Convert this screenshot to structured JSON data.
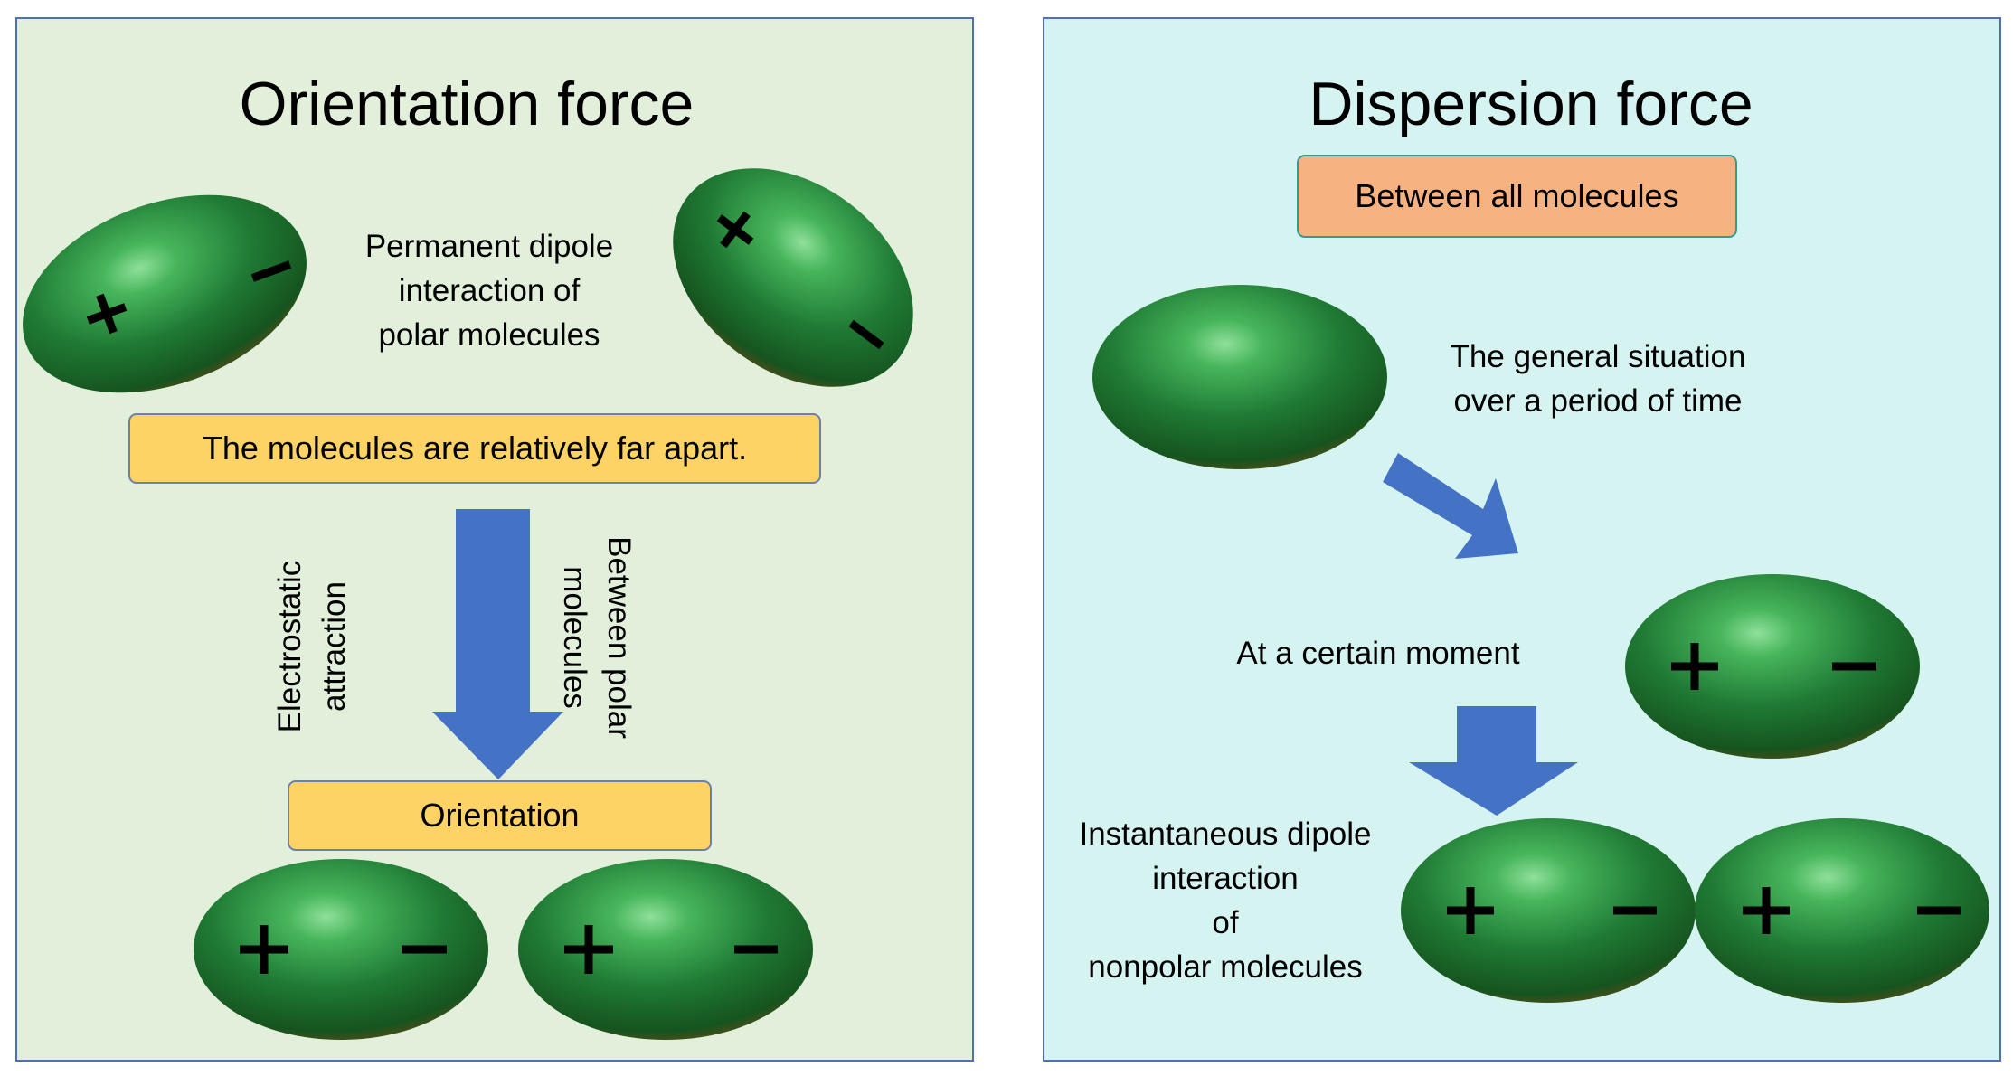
{
  "colors": {
    "left_panel_bg": "#e2efda",
    "right_panel_bg": "#d5f3f1",
    "panel_border": "#4f6fb8",
    "arrow_fill": "#4472c4",
    "molecule_green": "#1f7a34",
    "yellow_box": "#fdd365",
    "orange_box": "#f6b381"
  },
  "left": {
    "title": "Orientation force",
    "dipole_desc": [
      "Permanent dipole",
      "interaction of",
      "polar molecules"
    ],
    "far_apart_box": "The molecules are relatively far apart.",
    "arrow_left_label": [
      "Electrostatic",
      "attraction"
    ],
    "arrow_right_label": [
      "Between polar",
      "molecules"
    ],
    "orientation_box": "Orientation",
    "charge_plus": "+",
    "charge_minus": "−"
  },
  "right": {
    "title": "Dispersion force",
    "between_box": "Between all molecules",
    "general_desc": [
      "The general situation",
      "over a period of time"
    ],
    "moment_label": "At a certain moment",
    "instant_desc": [
      "Instantaneous dipole",
      "interaction",
      "of",
      "nonpolar molecules"
    ]
  }
}
